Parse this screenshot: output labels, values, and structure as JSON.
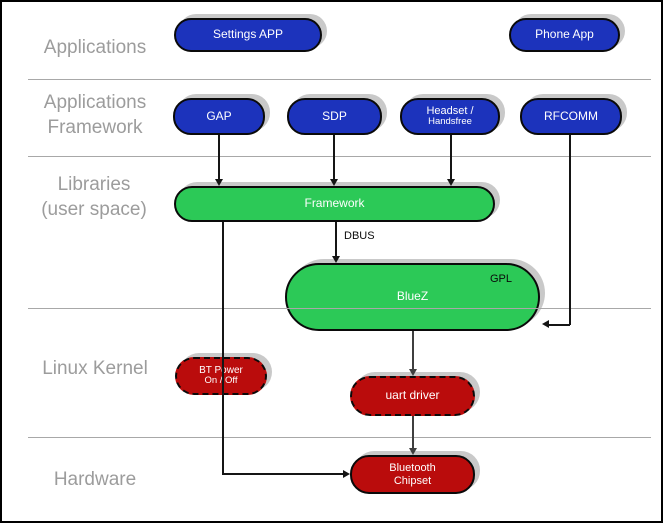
{
  "colors": {
    "node_blue": "#1C33BC",
    "node_green": "#2CC957",
    "node_red": "#BA0C0C",
    "shadow_gray": "#C9C9C9",
    "layer_label_gray": "#9C9C9C",
    "divider_gray": "#A8A8A8"
  },
  "layers": [
    {
      "lines": [
        "Applications"
      ]
    },
    {
      "lines": [
        "Applications",
        "Framework"
      ]
    },
    {
      "lines": [
        "Libraries",
        "(user space)"
      ]
    },
    {
      "lines": [
        "Linux Kernel"
      ]
    },
    {
      "lines": [
        "Hardware"
      ]
    }
  ],
  "nodes": [
    {
      "id": "settings-app",
      "lines": [
        "Settings APP"
      ]
    },
    {
      "id": "phone-app",
      "lines": [
        "Phone App"
      ]
    },
    {
      "id": "gap",
      "lines": [
        "GAP"
      ]
    },
    {
      "id": "sdp",
      "lines": [
        "SDP"
      ]
    },
    {
      "id": "headset-handsfree",
      "lines": [
        "Headset /",
        "Handsfree"
      ]
    },
    {
      "id": "rfcomm",
      "lines": [
        "RFCOMM"
      ]
    },
    {
      "id": "framework",
      "lines": [
        "Framework"
      ]
    },
    {
      "id": "bluez",
      "lines": [
        "BlueZ"
      ],
      "badge": "GPL"
    },
    {
      "id": "bt-power",
      "lines": [
        "BT Power",
        "On / Off"
      ]
    },
    {
      "id": "uart-driver",
      "lines": [
        "uart driver"
      ]
    },
    {
      "id": "bluetooth-chipset",
      "lines": [
        "Bluetooth",
        "Chipset"
      ]
    }
  ],
  "annotations": {
    "dbus": "DBUS",
    "gpl": "GPL"
  }
}
